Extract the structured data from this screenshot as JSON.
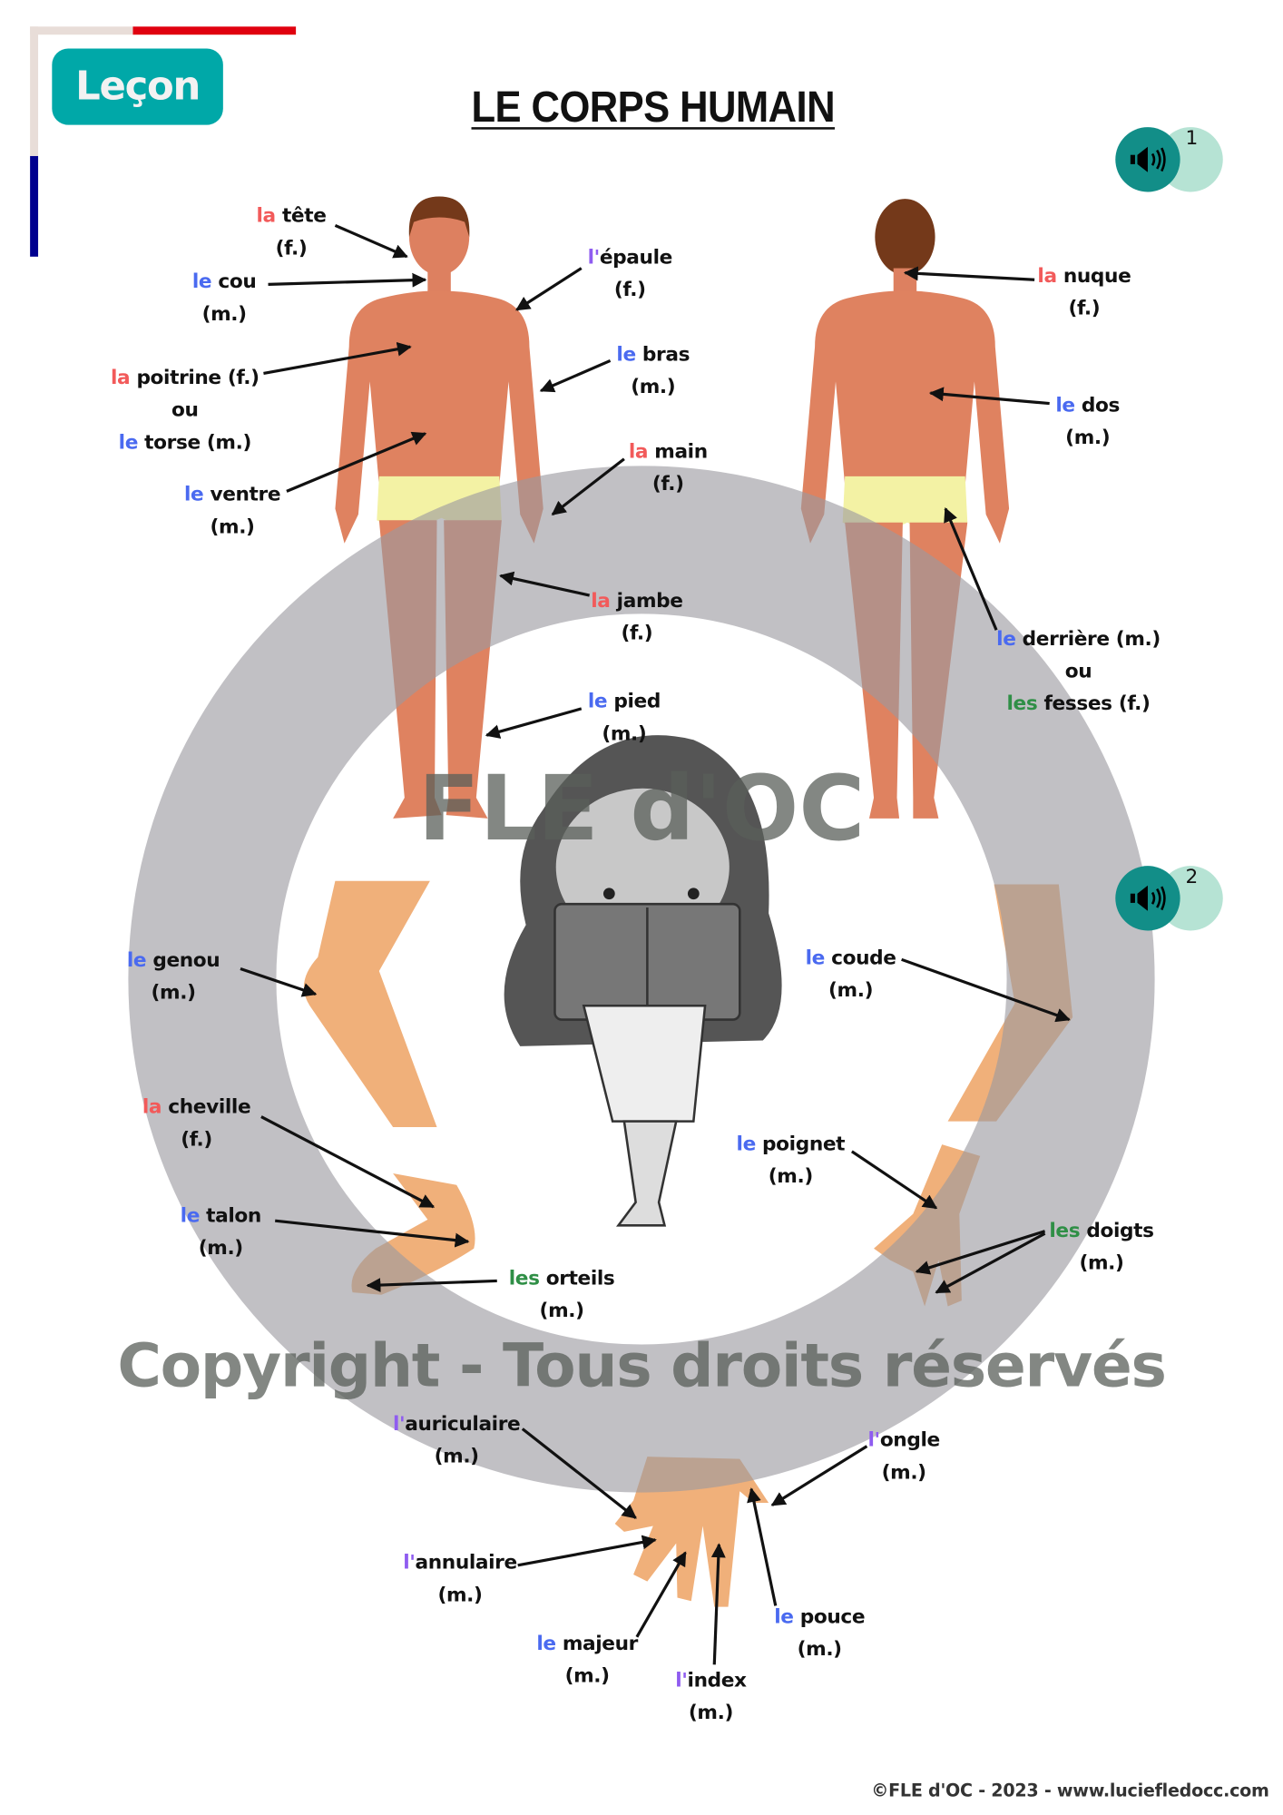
{
  "badge": "Leçon",
  "title": "LE CORPS HUMAIN",
  "audio": [
    {
      "icon": "speaker-icon",
      "number": "1"
    },
    {
      "icon": "speaker-icon",
      "number": "2"
    }
  ],
  "watermark": {
    "top": "FLE d'OC",
    "bottom": "Copyright - Tous droits réservés"
  },
  "colors": {
    "la": "#f25a5a",
    "le": "#4a6af0",
    "l_apostrophe": "#8f5cf0",
    "les": "#2f8f46",
    "badge": "#00a8a8",
    "audio": "#128e88"
  },
  "labels": [
    {
      "id": "tete",
      "lines": [
        [
          {
            "c": "la",
            "t": "la"
          },
          {
            "c": "n",
            "t": " tête"
          }
        ],
        [
          {
            "c": "n",
            "t": "(f.)"
          }
        ]
      ]
    },
    {
      "id": "cou",
      "lines": [
        [
          {
            "c": "le",
            "t": "le"
          },
          {
            "c": "n",
            "t": " cou"
          }
        ],
        [
          {
            "c": "n",
            "t": "(m.)"
          }
        ]
      ]
    },
    {
      "id": "poitrine",
      "lines": [
        [
          {
            "c": "la",
            "t": "la"
          },
          {
            "c": "n",
            "t": " poitrine (f.)"
          }
        ],
        [
          {
            "c": "n",
            "t": "ou"
          }
        ],
        [
          {
            "c": "le",
            "t": "le"
          },
          {
            "c": "n",
            "t": " torse (m.)"
          }
        ]
      ]
    },
    {
      "id": "ventre",
      "lines": [
        [
          {
            "c": "le",
            "t": "le"
          },
          {
            "c": "n",
            "t": " ventre"
          }
        ],
        [
          {
            "c": "n",
            "t": "(m.)"
          }
        ]
      ]
    },
    {
      "id": "epaule",
      "lines": [
        [
          {
            "c": "lp",
            "t": "l'"
          },
          {
            "c": "n",
            "t": "épaule"
          }
        ],
        [
          {
            "c": "n",
            "t": "(f.)"
          }
        ]
      ]
    },
    {
      "id": "bras",
      "lines": [
        [
          {
            "c": "le",
            "t": "le"
          },
          {
            "c": "n",
            "t": " bras"
          }
        ],
        [
          {
            "c": "n",
            "t": "(m.)"
          }
        ]
      ]
    },
    {
      "id": "main",
      "lines": [
        [
          {
            "c": "la",
            "t": "la"
          },
          {
            "c": "n",
            "t": " main"
          }
        ],
        [
          {
            "c": "n",
            "t": "(f.)"
          }
        ]
      ]
    },
    {
      "id": "jambe",
      "lines": [
        [
          {
            "c": "la",
            "t": "la"
          },
          {
            "c": "n",
            "t": " jambe"
          }
        ],
        [
          {
            "c": "n",
            "t": "(f.)"
          }
        ]
      ]
    },
    {
      "id": "pied",
      "lines": [
        [
          {
            "c": "le",
            "t": "le"
          },
          {
            "c": "n",
            "t": " pied"
          }
        ],
        [
          {
            "c": "n",
            "t": "(m.)"
          }
        ]
      ]
    },
    {
      "id": "nuque",
      "lines": [
        [
          {
            "c": "la",
            "t": "la"
          },
          {
            "c": "n",
            "t": " nuque"
          }
        ],
        [
          {
            "c": "n",
            "t": "(f.)"
          }
        ]
      ]
    },
    {
      "id": "dos",
      "lines": [
        [
          {
            "c": "le",
            "t": "le"
          },
          {
            "c": "n",
            "t": " dos"
          }
        ],
        [
          {
            "c": "n",
            "t": "(m.)"
          }
        ]
      ]
    },
    {
      "id": "derriere",
      "lines": [
        [
          {
            "c": "le",
            "t": "le"
          },
          {
            "c": "n",
            "t": " derrière (m.)"
          }
        ],
        [
          {
            "c": "n",
            "t": "ou"
          }
        ],
        [
          {
            "c": "les",
            "t": "les"
          },
          {
            "c": "n",
            "t": " fesses (f.)"
          }
        ]
      ]
    },
    {
      "id": "genou",
      "lines": [
        [
          {
            "c": "le",
            "t": "le"
          },
          {
            "c": "n",
            "t": " genou"
          }
        ],
        [
          {
            "c": "n",
            "t": "(m.)"
          }
        ]
      ]
    },
    {
      "id": "cheville",
      "lines": [
        [
          {
            "c": "la",
            "t": "la"
          },
          {
            "c": "n",
            "t": " cheville"
          }
        ],
        [
          {
            "c": "n",
            "t": "(f.)"
          }
        ]
      ]
    },
    {
      "id": "talon",
      "lines": [
        [
          {
            "c": "le",
            "t": "le"
          },
          {
            "c": "n",
            "t": " talon"
          }
        ],
        [
          {
            "c": "n",
            "t": "(m.)"
          }
        ]
      ]
    },
    {
      "id": "orteils",
      "lines": [
        [
          {
            "c": "les",
            "t": "les"
          },
          {
            "c": "n",
            "t": " orteils"
          }
        ],
        [
          {
            "c": "n",
            "t": "(m.)"
          }
        ]
      ]
    },
    {
      "id": "coude",
      "lines": [
        [
          {
            "c": "le",
            "t": "le"
          },
          {
            "c": "n",
            "t": " coude"
          }
        ],
        [
          {
            "c": "n",
            "t": "(m.)"
          }
        ]
      ]
    },
    {
      "id": "poignet",
      "lines": [
        [
          {
            "c": "le",
            "t": "le"
          },
          {
            "c": "n",
            "t": " poignet"
          }
        ],
        [
          {
            "c": "n",
            "t": "(m.)"
          }
        ]
      ]
    },
    {
      "id": "doigts",
      "lines": [
        [
          {
            "c": "les",
            "t": "les"
          },
          {
            "c": "n",
            "t": " doigts"
          }
        ],
        [
          {
            "c": "n",
            "t": "(m.)"
          }
        ]
      ]
    },
    {
      "id": "auriculaire",
      "lines": [
        [
          {
            "c": "lp",
            "t": "l'"
          },
          {
            "c": "n",
            "t": "auriculaire"
          }
        ],
        [
          {
            "c": "n",
            "t": "(m.)"
          }
        ]
      ]
    },
    {
      "id": "ongle",
      "lines": [
        [
          {
            "c": "lp",
            "t": "l'"
          },
          {
            "c": "n",
            "t": "ongle"
          }
        ],
        [
          {
            "c": "n",
            "t": "(m.)"
          }
        ]
      ]
    },
    {
      "id": "annulaire",
      "lines": [
        [
          {
            "c": "lp",
            "t": "l'"
          },
          {
            "c": "n",
            "t": "annulaire"
          }
        ],
        [
          {
            "c": "n",
            "t": "(m.)"
          }
        ]
      ]
    },
    {
      "id": "majeur",
      "lines": [
        [
          {
            "c": "le",
            "t": "le"
          },
          {
            "c": "n",
            "t": " majeur"
          }
        ],
        [
          {
            "c": "n",
            "t": "(m.)"
          }
        ]
      ]
    },
    {
      "id": "index",
      "lines": [
        [
          {
            "c": "lp",
            "t": "l'"
          },
          {
            "c": "n",
            "t": "index"
          }
        ],
        [
          {
            "c": "n",
            "t": "(m.)"
          }
        ]
      ]
    },
    {
      "id": "pouce",
      "lines": [
        [
          {
            "c": "le",
            "t": "le"
          },
          {
            "c": "n",
            "t": " pouce"
          }
        ],
        [
          {
            "c": "n",
            "t": "(m.)"
          }
        ]
      ]
    }
  ],
  "footer": "©FLE d'OC - 2023 - www.luciefledocc.com"
}
